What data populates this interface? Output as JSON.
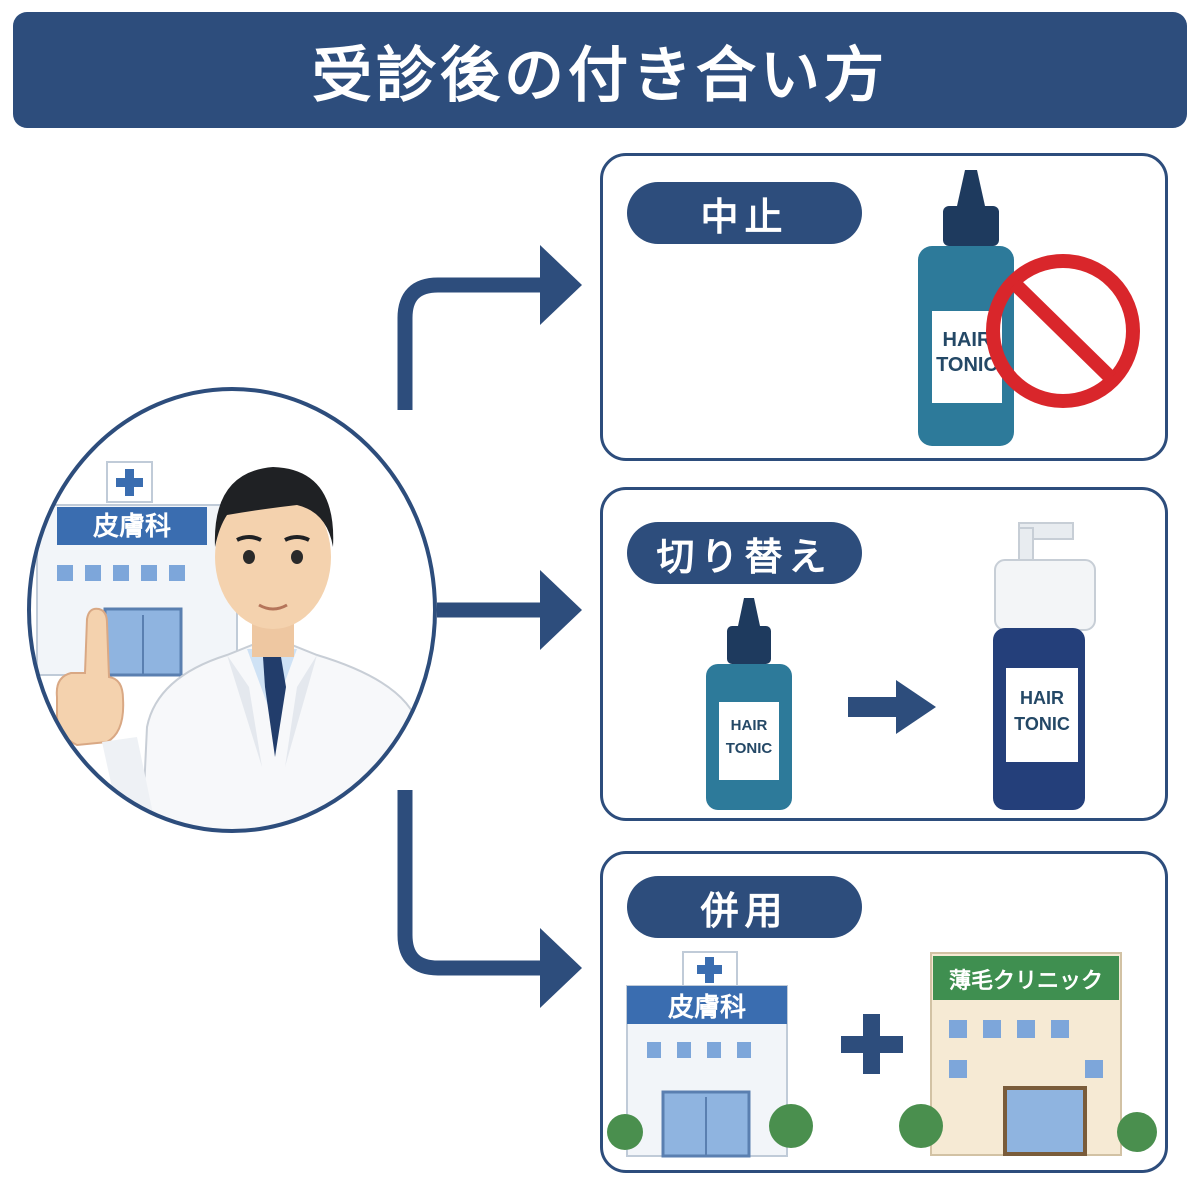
{
  "title": "受診後の付き合い方",
  "options": [
    {
      "label": "中止",
      "bottle_label": [
        "HAIR",
        "TONIC"
      ]
    },
    {
      "label": "切り替え",
      "from_label": [
        "HAIR",
        "TONIC"
      ],
      "to_label": [
        "HAIR",
        "TONIC"
      ]
    },
    {
      "label": "併用",
      "dermatology_sign": "皮膚科",
      "clinic_sign": "薄毛クリニック"
    }
  ],
  "doctor_panel": {
    "hospital_sign": "皮膚科"
  },
  "colors": {
    "navy": "#2d4d7c",
    "teal": "#2d7a9a",
    "dark_bottle": "#243f7a",
    "prohibit_red": "#d9262b",
    "clinic_green": "#3f8f50"
  }
}
